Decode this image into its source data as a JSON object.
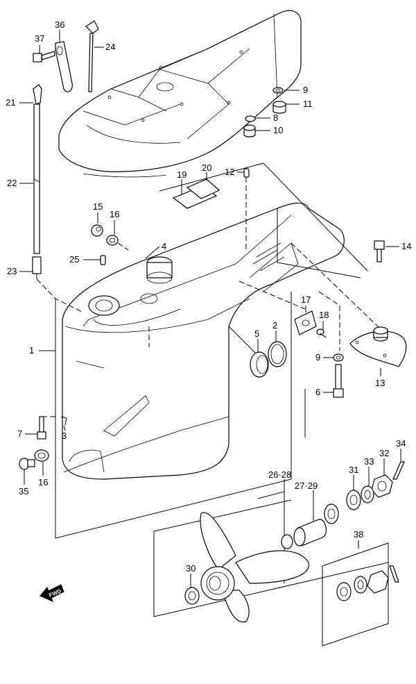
{
  "labels": {
    "p37": "37",
    "p36": "36",
    "p24": "24",
    "p9a": "9",
    "p11": "11",
    "p21": "21",
    "p8": "8",
    "p10": "10",
    "p20": "20",
    "p19": "19",
    "p12": "12",
    "p22": "22",
    "p15": "15",
    "p16a": "16",
    "p4": "4",
    "p14": "14",
    "p25": "25",
    "p23": "23",
    "p17": "17",
    "p18": "18",
    "p5": "5",
    "p2": "2",
    "p1": "1",
    "p9b": "9",
    "p13": "13",
    "p6": "6",
    "p7": "7",
    "p3": "3",
    "p34": "34",
    "p32": "32",
    "p33": "33",
    "p26_28": "26·28",
    "p31": "31",
    "p27_29": "27·29",
    "p35": "35",
    "p16b": "16",
    "p38": "38",
    "p30": "30"
  },
  "fwd": {
    "text": "FWD"
  }
}
